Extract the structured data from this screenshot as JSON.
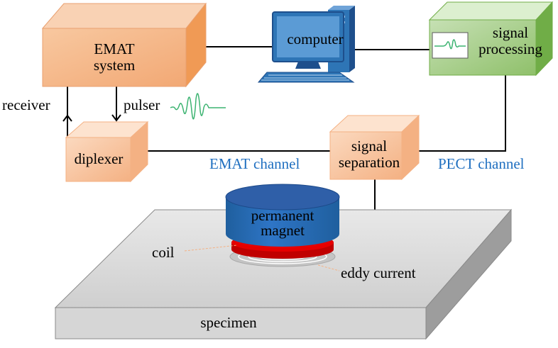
{
  "blocks": {
    "emat_system": [
      "EMAT",
      "system"
    ],
    "computer": "computer",
    "signal_processing": [
      "signal",
      "processing"
    ],
    "diplexer": "diplexer",
    "signal_separation": [
      "signal",
      "separation"
    ],
    "permanent_magnet": [
      "permanent",
      "magnet"
    ]
  },
  "labels": {
    "receiver": "receiver",
    "pulser": "pulser",
    "emat_channel": "EMAT channel",
    "pect_channel": "PECT channel",
    "coil": "coil",
    "eddy_current": "eddy current",
    "specimen": "specimen"
  },
  "colors": {
    "emat_orange": "#f4b183",
    "diplexer_orange": "#f8cbad",
    "green": "#a9d18e",
    "blue": "#2e75b6",
    "red": "#e00000",
    "channel_text": "#1f6fc0",
    "pulse_wave": "#3cb371"
  }
}
